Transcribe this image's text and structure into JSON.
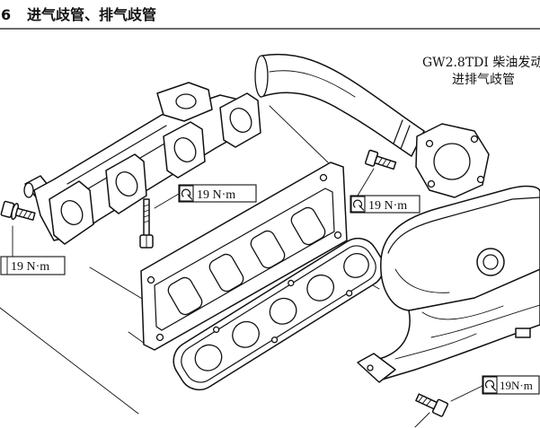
{
  "header": {
    "section_number": "6",
    "title": "进气歧管、排气歧管"
  },
  "caption": {
    "line1": "GW2.8TDI 柴油发动",
    "line2": "进排气歧管"
  },
  "torque_labels": [
    {
      "value": "19 N·m",
      "icon": "torque-wrench-icon"
    },
    {
      "value": "19 N·m",
      "icon": "torque-wrench-icon"
    },
    {
      "value": "19 N·m",
      "icon": "torque-wrench-icon"
    },
    {
      "value": "19N·m",
      "icon": "torque-wrench-icon"
    }
  ],
  "colors": {
    "ink": "#111111",
    "paper": "#ffffff"
  }
}
